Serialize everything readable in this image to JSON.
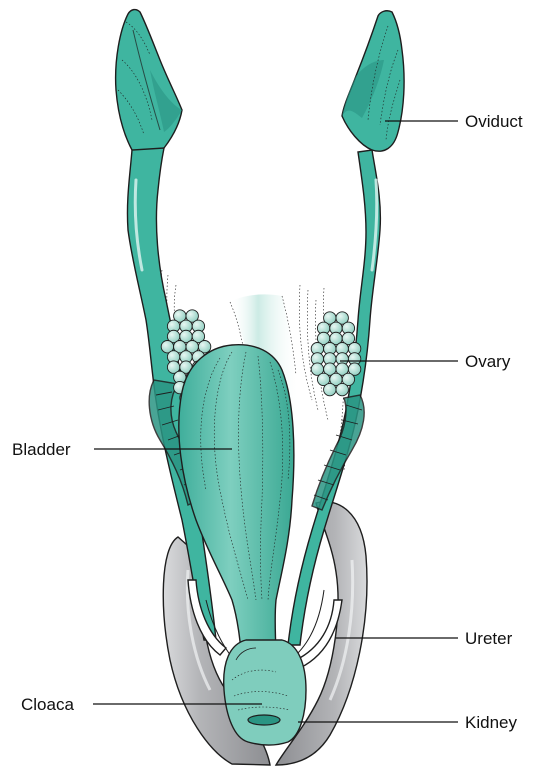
{
  "labels": {
    "oviduct": "Oviduct",
    "ovary": "Ovary",
    "bladder": "Bladder",
    "ureter": "Ureter",
    "cloaca": "Cloaca",
    "kidney": "Kidney"
  },
  "colors": {
    "tissue": "#3fb5a0",
    "tissue_dark": "#2a9583",
    "tissue_light": "#8fd6c7",
    "kidney": "#a9aaad",
    "label_text": "#111111"
  }
}
